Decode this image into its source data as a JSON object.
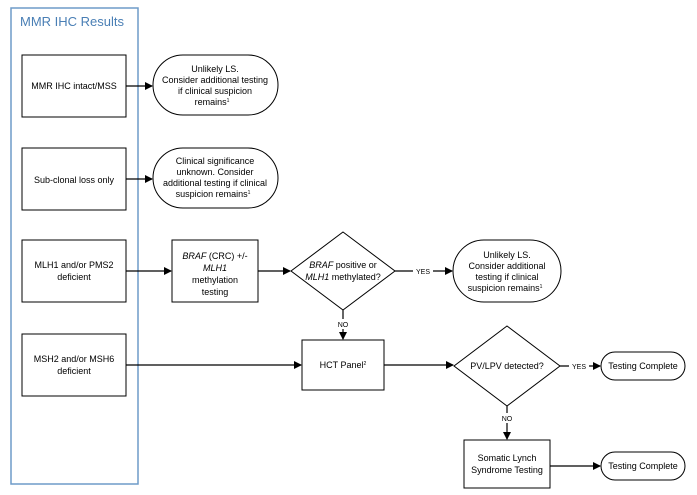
{
  "panel": {
    "title": "MMR IHC Results"
  },
  "inputs": {
    "intact": [
      "MMR IHC intact/MSS"
    ],
    "subclonal": [
      "Sub-clonal loss only"
    ],
    "mlh1": [
      "MLH1 and/or PMS2",
      "deficient"
    ],
    "msh2": [
      "MSH2 and/or MSH6",
      "deficient"
    ]
  },
  "outcomes": {
    "unlikely_1": [
      "Unlikely LS.",
      "Consider additional testing",
      "if clinical suspicion",
      "remains",
      "1"
    ],
    "clinical_sig": [
      "Clinical significance",
      "unknown. Consider",
      "additional testing if clinical",
      "suspicion remains",
      "1"
    ],
    "unlikely_2": [
      "Unlikely LS.",
      "Consider additional",
      "testing if clinical",
      "suspicion remains",
      "1"
    ]
  },
  "process": {
    "braf": [
      "BRAF",
      " (CRC) +/-",
      "MLH1",
      "methylation",
      "testing"
    ],
    "hct": [
      "HCT Panel",
      "2"
    ],
    "somatic": [
      "Somatic Lynch",
      "Syndrome Testing"
    ]
  },
  "decisions": {
    "braf_q": [
      "BRAF",
      " positive or",
      "MLH1",
      " methylated?"
    ],
    "pv_q": [
      "PV/LPV detected?"
    ]
  },
  "terminals": {
    "complete_1": "Testing Complete",
    "complete_2": "Testing Complete"
  },
  "edge_labels": {
    "yes_1": "YES",
    "no_1": "NO",
    "yes_2": "YES",
    "no_2": "NO"
  },
  "colors": {
    "panel_border": "#6e9bc9",
    "title": "#4a7fb5",
    "line": "#000000"
  }
}
